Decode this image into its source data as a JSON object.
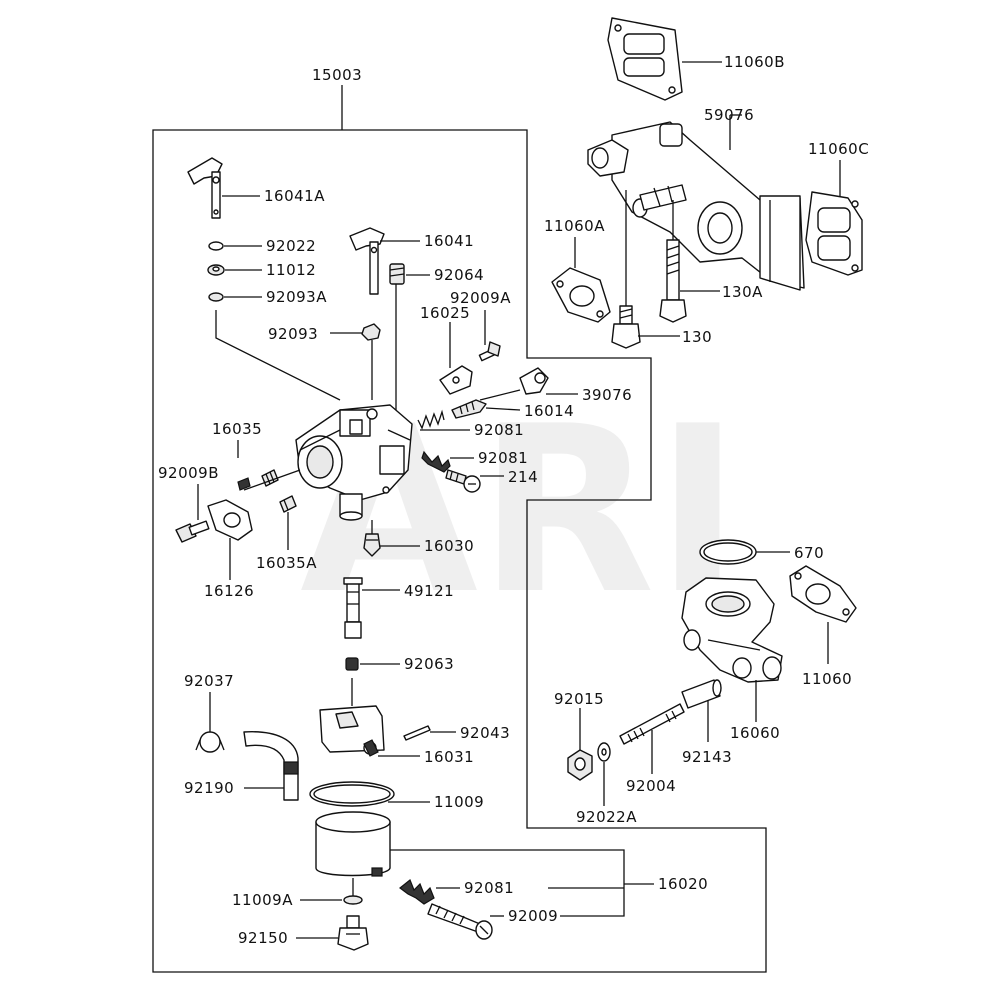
{
  "diagram": {
    "watermark": "ARI",
    "labels": {
      "l15003": "15003",
      "l11060B": "11060B",
      "l59076": "59076",
      "l11060C": "11060C",
      "l11060A": "11060A",
      "l130A": "130A",
      "l130": "130",
      "l16041A": "16041A",
      "l16041": "16041",
      "l92022": "92022",
      "l11012": "11012",
      "l92064": "92064",
      "l92093A": "92093A",
      "l92009A": "92009A",
      "l92093": "92093",
      "l16025": "16025",
      "l39076": "39076",
      "l16014": "16014",
      "l92081a": "92081",
      "l92081b": "92081",
      "l214": "214",
      "l16035": "16035",
      "l92009B": "92009B",
      "l16035A": "16035A",
      "l16030": "16030",
      "l16126": "16126",
      "l49121": "49121",
      "l92063": "92063",
      "l92037": "92037",
      "l92043": "92043",
      "l16031": "16031",
      "l92190": "92190",
      "l11009": "11009",
      "l16020": "16020",
      "l92081c": "92081",
      "l11009A": "11009A",
      "l92009": "92009",
      "l92150": "92150",
      "l670": "670",
      "l11060": "11060",
      "l16060": "16060",
      "l92015": "92015",
      "l92143": "92143",
      "l92004": "92004",
      "l92022A": "92022A"
    }
  }
}
